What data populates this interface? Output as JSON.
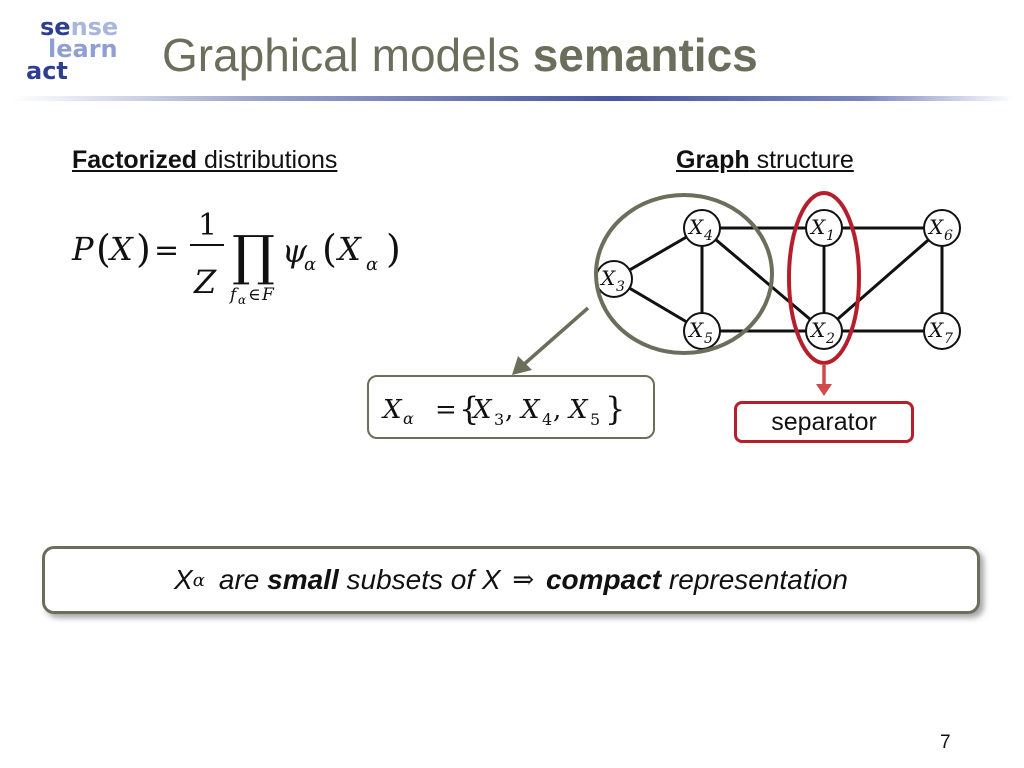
{
  "logo": {
    "line1_dark": "se",
    "line1_light": "nse",
    "line2": "learn",
    "line3_dark": "act"
  },
  "slide": {
    "title_regular": "Graphical models",
    "title_bold": "semantics",
    "page_number": "7"
  },
  "left_heading": {
    "bold": "Factorized",
    "rest": " distributions"
  },
  "right_heading": {
    "bold": "Graph",
    "rest": " structure"
  },
  "formula": {
    "P": "P",
    "X": "X",
    "eq": "=",
    "num": "1",
    "den": "Z",
    "prod": "∏",
    "psi": "ψ",
    "alpha": "α",
    "f": "f",
    "in": "∈",
    "F": "F",
    "lparen": "(",
    "rparen": ")"
  },
  "graph": {
    "nodes": [
      {
        "id": "X3",
        "base": "X",
        "sub": "3"
      },
      {
        "id": "X4",
        "base": "X",
        "sub": "4"
      },
      {
        "id": "X1",
        "base": "X",
        "sub": "1"
      },
      {
        "id": "X6",
        "base": "X",
        "sub": "6"
      },
      {
        "id": "X5",
        "base": "X",
        "sub": "5"
      },
      {
        "id": "X2",
        "base": "X",
        "sub": "2"
      },
      {
        "id": "X7",
        "base": "X",
        "sub": "7"
      }
    ],
    "edges": [
      [
        "X3",
        "X4"
      ],
      [
        "X3",
        "X5"
      ],
      [
        "X4",
        "X1"
      ],
      [
        "X4",
        "X5"
      ],
      [
        "X4",
        "X2"
      ],
      [
        "X1",
        "X6"
      ],
      [
        "X1",
        "X2"
      ],
      [
        "X6",
        "X2"
      ],
      [
        "X6",
        "X7"
      ],
      [
        "X5",
        "X2"
      ],
      [
        "X2",
        "X7"
      ]
    ],
    "clique_color": "#6b6e5b",
    "separator_color": "#b41f2b"
  },
  "clique_set": {
    "lhs": "X",
    "lhs_sub": "α",
    "eq": "=",
    "lbrace": "{",
    "rbrace": "}",
    "items": [
      {
        "base": "X",
        "sub": "3"
      },
      {
        "base": "X",
        "sub": "4"
      },
      {
        "base": "X",
        "sub": "5"
      }
    ],
    "comma": ","
  },
  "separator_label": "separator",
  "summary": {
    "x": "X",
    "x_sub": "α",
    "are": "are",
    "small": "small",
    "subsets_of": "subsets of X",
    "implies": "⇒",
    "compact": "compact",
    "representation": "representation"
  }
}
